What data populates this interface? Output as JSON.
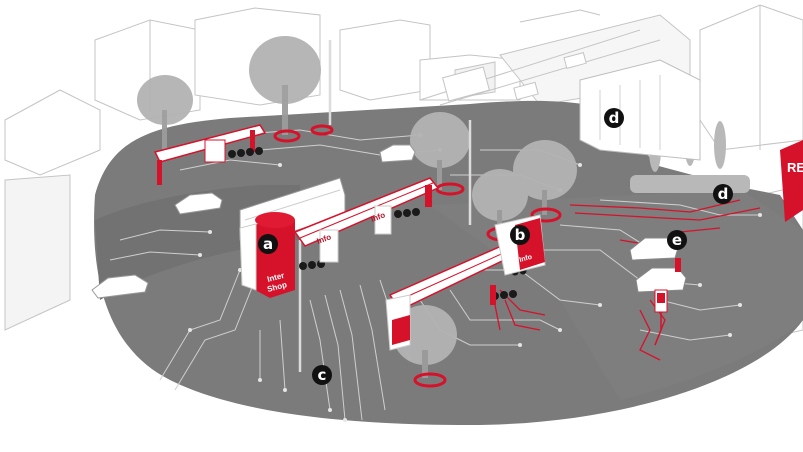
{
  "markers": [
    {
      "id": "a",
      "label": "a"
    },
    {
      "id": "b",
      "label": "b"
    },
    {
      "id": "c",
      "label": "c"
    },
    {
      "id": "d1",
      "label": "d"
    },
    {
      "id": "d2",
      "label": "d"
    },
    {
      "id": "e",
      "label": "e"
    }
  ],
  "signs": {
    "tower_line1": "Inter",
    "tower_line2": "Shop",
    "info_1": "Info",
    "info_2": "Info",
    "info_3": "Info",
    "billboard": "RE"
  },
  "colors": {
    "accent": "#d6122b",
    "ground": "#7c7c7c",
    "ground_dark": "#6e6e6e",
    "lines": "#c9c9c9",
    "outline": "#b9b9b9",
    "tree": "#b5b5b5",
    "marker": "#111111"
  }
}
